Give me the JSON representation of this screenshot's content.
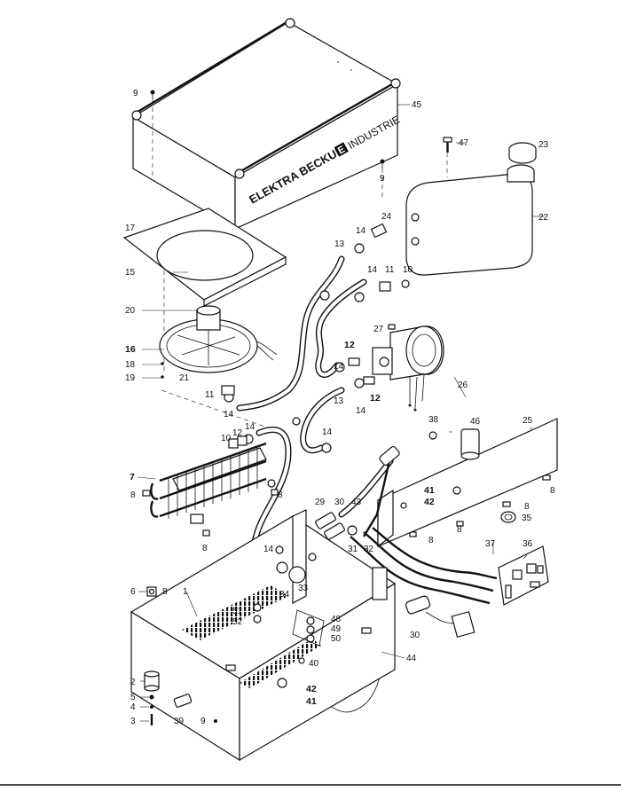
{
  "logo": {
    "brand": "ELEKTRA BECKUM",
    "mark": "E",
    "suffix": "INDUSTRIE"
  },
  "labels": {
    "1": "1",
    "2": "2",
    "3": "3",
    "4": "4",
    "5": "5",
    "6": "6",
    "7": "7",
    "8": "8",
    "9": "9",
    "10": "10",
    "11": "11",
    "12": "12",
    "13": "13",
    "14": "14",
    "15": "15",
    "16": "16",
    "17": "17",
    "18": "18",
    "19": "19",
    "20": "20",
    "21": "21",
    "22": "22",
    "23": "23",
    "24": "24",
    "25": "25",
    "26": "26",
    "27": "27",
    "29": "29",
    "30": "30",
    "31": "31",
    "32": "32",
    "33": "33",
    "34": "34",
    "35": "35",
    "36": "36",
    "37": "37",
    "38": "38",
    "39": "39",
    "40": "40",
    "41": "41",
    "42": "42",
    "43": "43",
    "44": "44",
    "45": "45",
    "46": "46",
    "47": "47",
    "48": "48",
    "49": "49",
    "50": "50",
    "51": "51",
    "52": "52"
  }
}
